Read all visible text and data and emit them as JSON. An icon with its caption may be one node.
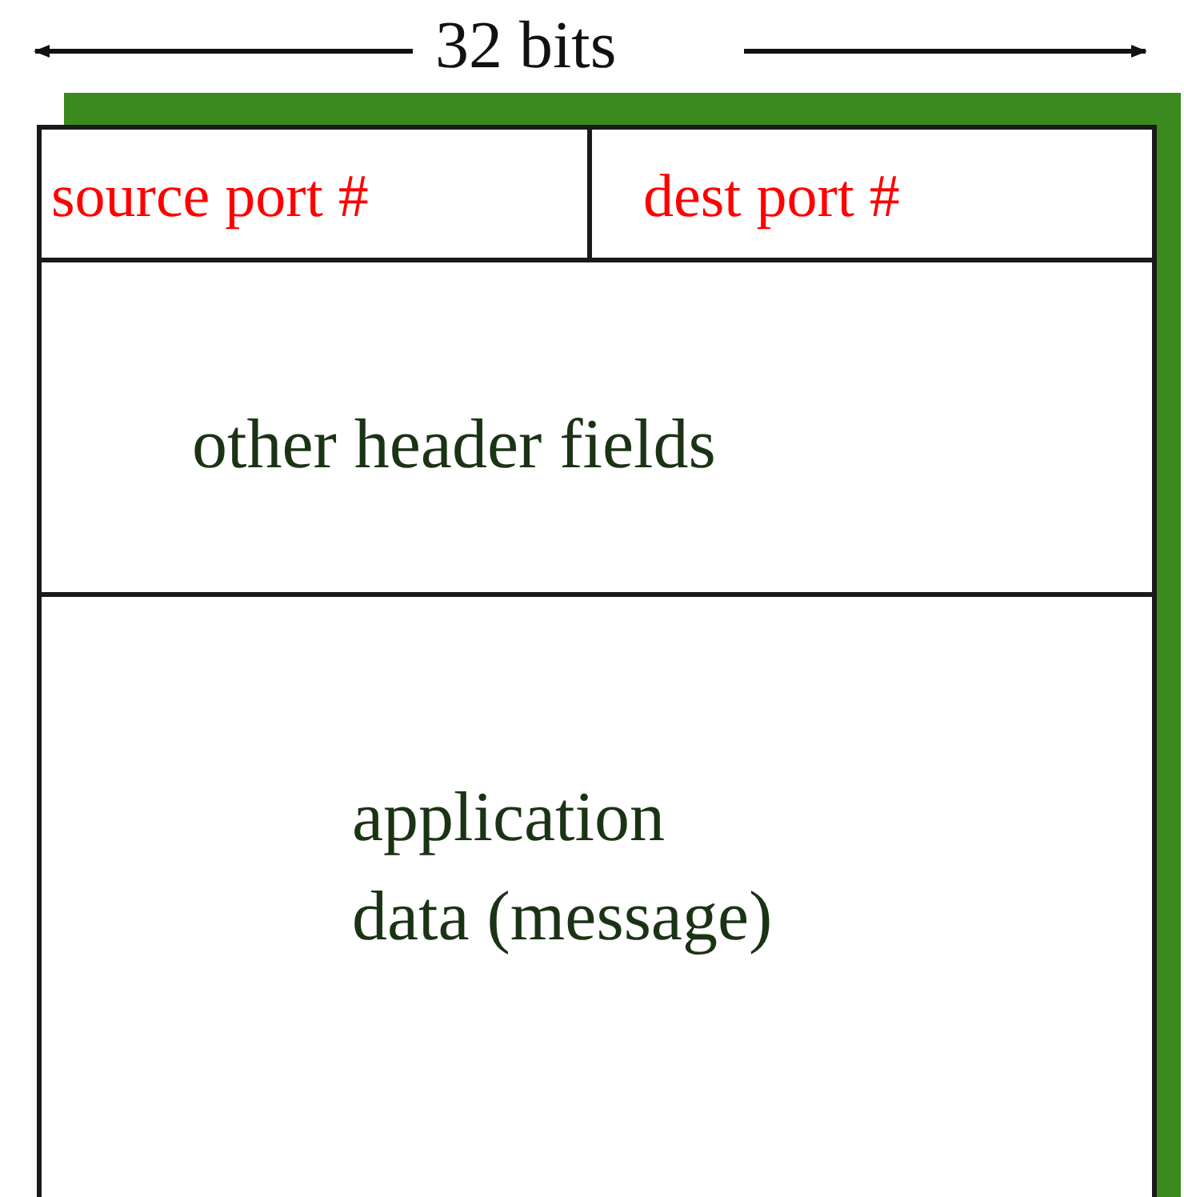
{
  "diagram": {
    "nodes": [
      {
        "text": [
          "source port #"
        ]
      },
      {
        "text": [
          "dest port #"
        ]
      },
      {
        "text": [
          "other header fields"
        ]
      },
      {
        "text": [
          "application data (message)"
        ]
      }
    ],
    "labels": [
      "32 bits"
    ]
  }
}
